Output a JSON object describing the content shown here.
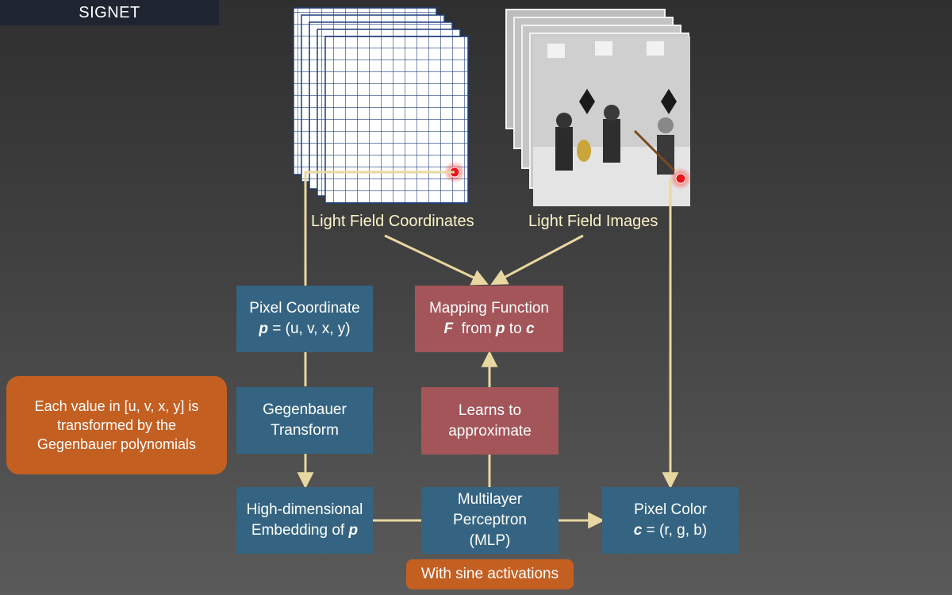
{
  "header": {
    "title": "SIGNET"
  },
  "labels": {
    "coords": "Light Field Coordinates",
    "images": "Light Field Images"
  },
  "pixel_coordinate": {
    "line1": "Pixel Coordinate",
    "sym": "p",
    "rest": " = (u, v, x, y)"
  },
  "mapping": {
    "line1": "Mapping Function",
    "sym_f": "F",
    "from": "  from ",
    "sym_p": "p",
    "to": " to ",
    "sym_c": "c"
  },
  "gegenbauer": {
    "line1": "Gegenbauer",
    "line2": "Transform"
  },
  "learns": {
    "line1": "Learns to",
    "line2": "approximate"
  },
  "embedding": {
    "line1": "High-dimensional",
    "line2": "Embedding of ",
    "sym": "p"
  },
  "mlp": {
    "line1": "Multilayer",
    "line2": "Perceptron",
    "line3": "(MLP)"
  },
  "pixel_color": {
    "line1": "Pixel Color",
    "sym": "c",
    "rest": " = (r, g, b)"
  },
  "note": {
    "text": "Each value in [u, v, x, y] is transformed by the Gegenbauer polynomials"
  },
  "sine": {
    "text": "With sine activations"
  },
  "colors": {
    "blue_box": "#356482",
    "red_box": "#a35559",
    "orange_box": "#c45f22",
    "arrow": "#e8d7a0",
    "grid_line": "#1e3f7a",
    "point": "#e8141a"
  }
}
